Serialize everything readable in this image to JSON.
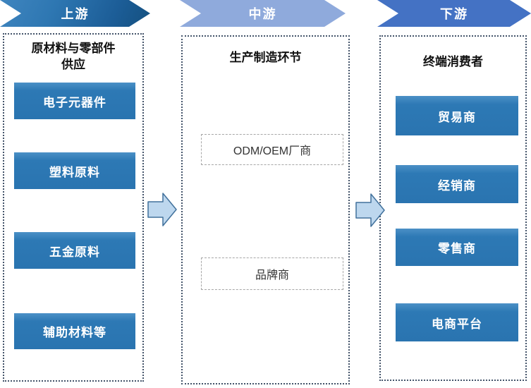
{
  "stages": [
    {
      "label": "上游"
    },
    {
      "label": "中游"
    },
    {
      "label": "下游"
    }
  ],
  "columns": [
    {
      "title_lines": [
        "原材料与零部件",
        "供应"
      ],
      "items": [
        "电子元器件",
        "塑料原料",
        "五金原料",
        "辅助材料等"
      ]
    },
    {
      "title_lines": [
        "生产制造环节"
      ],
      "items": [
        "ODM/OEM厂商",
        "品牌商"
      ]
    },
    {
      "title_lines": [
        "终端消费者"
      ],
      "items": [
        "贸易商",
        "经销商",
        "零售商",
        "电商平台"
      ]
    }
  ],
  "connectors": [
    {
      "icon": "right-arrow"
    },
    {
      "icon": "right-arrow"
    }
  ],
  "colors": {
    "stage_upstream_gradient_start": "#3F85BF",
    "stage_upstream_gradient_end": "#14507F",
    "stage_midstream": "#8FAADC",
    "stage_downstream": "#4472C4",
    "item_box_blue": "#2D79B5",
    "container_border": "#44546A",
    "arrow_fill": "#BDD7EE",
    "arrow_stroke": "#41719C",
    "outline_box_border": "#A6A6A6"
  }
}
